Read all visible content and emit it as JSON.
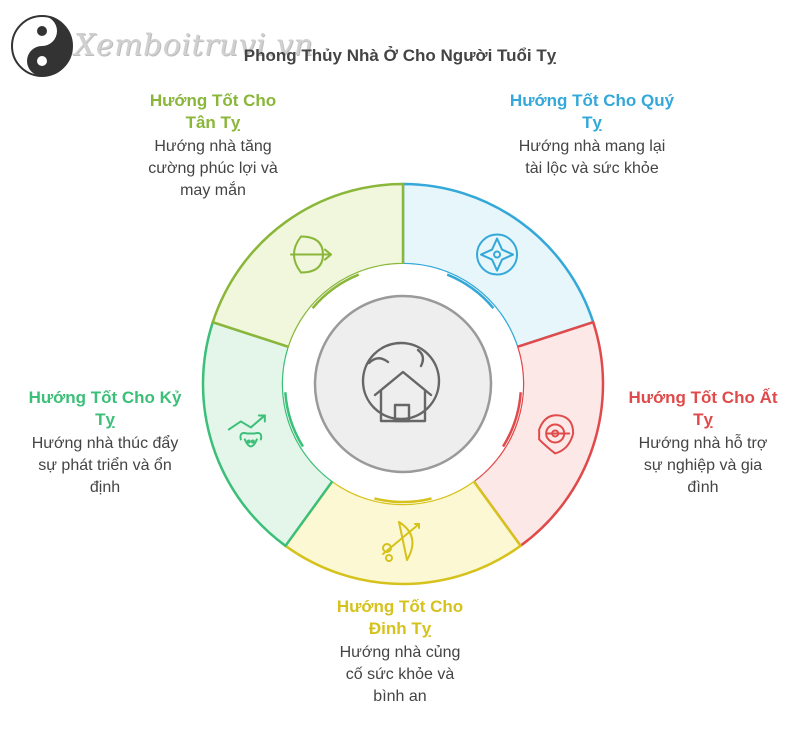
{
  "site": {
    "watermark": "Xemboitruvi.vn",
    "logo_icon": "yin-yang-icon"
  },
  "title": "Phong Thủy Nhà Ở Cho Người Tuổi Tỵ",
  "center": {
    "icon": "house-icon"
  },
  "segments": [
    {
      "id": "quy",
      "heading": "Hướng Tốt Cho Quý Tỵ",
      "description": "Hướng nhà mang lại tài lộc và sức khỏe",
      "color": "#34a8d8",
      "fill": "#e6f6fb",
      "icon": "compass-icon"
    },
    {
      "id": "at",
      "heading": "Hướng Tốt Cho Ất Tỵ",
      "description": "Hướng nhà hỗ trợ sự nghiệp và gia đình",
      "color": "#e04a4a",
      "fill": "#fde8e8",
      "icon": "target-arrow-icon"
    },
    {
      "id": "dinh",
      "heading": "Hướng Tốt Cho Đinh Tỵ",
      "description": "Hướng nhà củng cố sức khỏe và bình an",
      "color": "#d6c21c",
      "fill": "#fdf8d4",
      "icon": "archer-icon"
    },
    {
      "id": "ky",
      "heading": "Hướng Tốt Cho Kỷ Tỵ",
      "description": "Hướng nhà thúc đẩy sự phát triển và ổn định",
      "color": "#3cbf78",
      "fill": "#e4f6ea",
      "icon": "growth-ox-icon"
    },
    {
      "id": "tan",
      "heading": "Hướng Tốt Cho Tân Tỵ",
      "description": "Hướng nhà tăng cường phúc lợi và may mắn",
      "color": "#8ab63a",
      "fill": "#f1f7dc",
      "icon": "bow-arrow-icon"
    }
  ]
}
